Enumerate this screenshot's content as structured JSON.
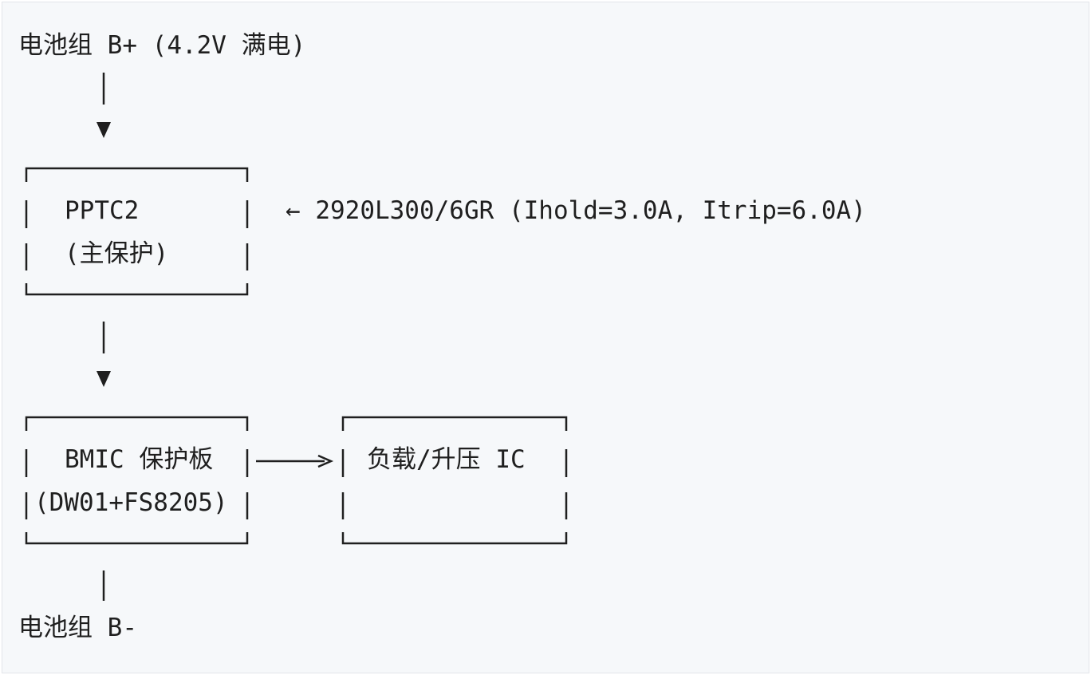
{
  "top_terminal": "电池组 B+ (4.2V 满电)",
  "bottom_terminal": "电池组 B-",
  "pptc_box": {
    "line1": "PPTC2",
    "line2": "(主保护)"
  },
  "pptc_note": "← 2920L300/6GR (Ihold=3.0A, Itrip=6.0A)",
  "bmic_box": {
    "line1": "BMIC 保护板",
    "line2": "(DW01+FS8205)"
  },
  "load_box": {
    "line1": "负载/升压 IC"
  },
  "colors": {
    "background": "#f6f8fa",
    "text": "#1f1f1f"
  }
}
